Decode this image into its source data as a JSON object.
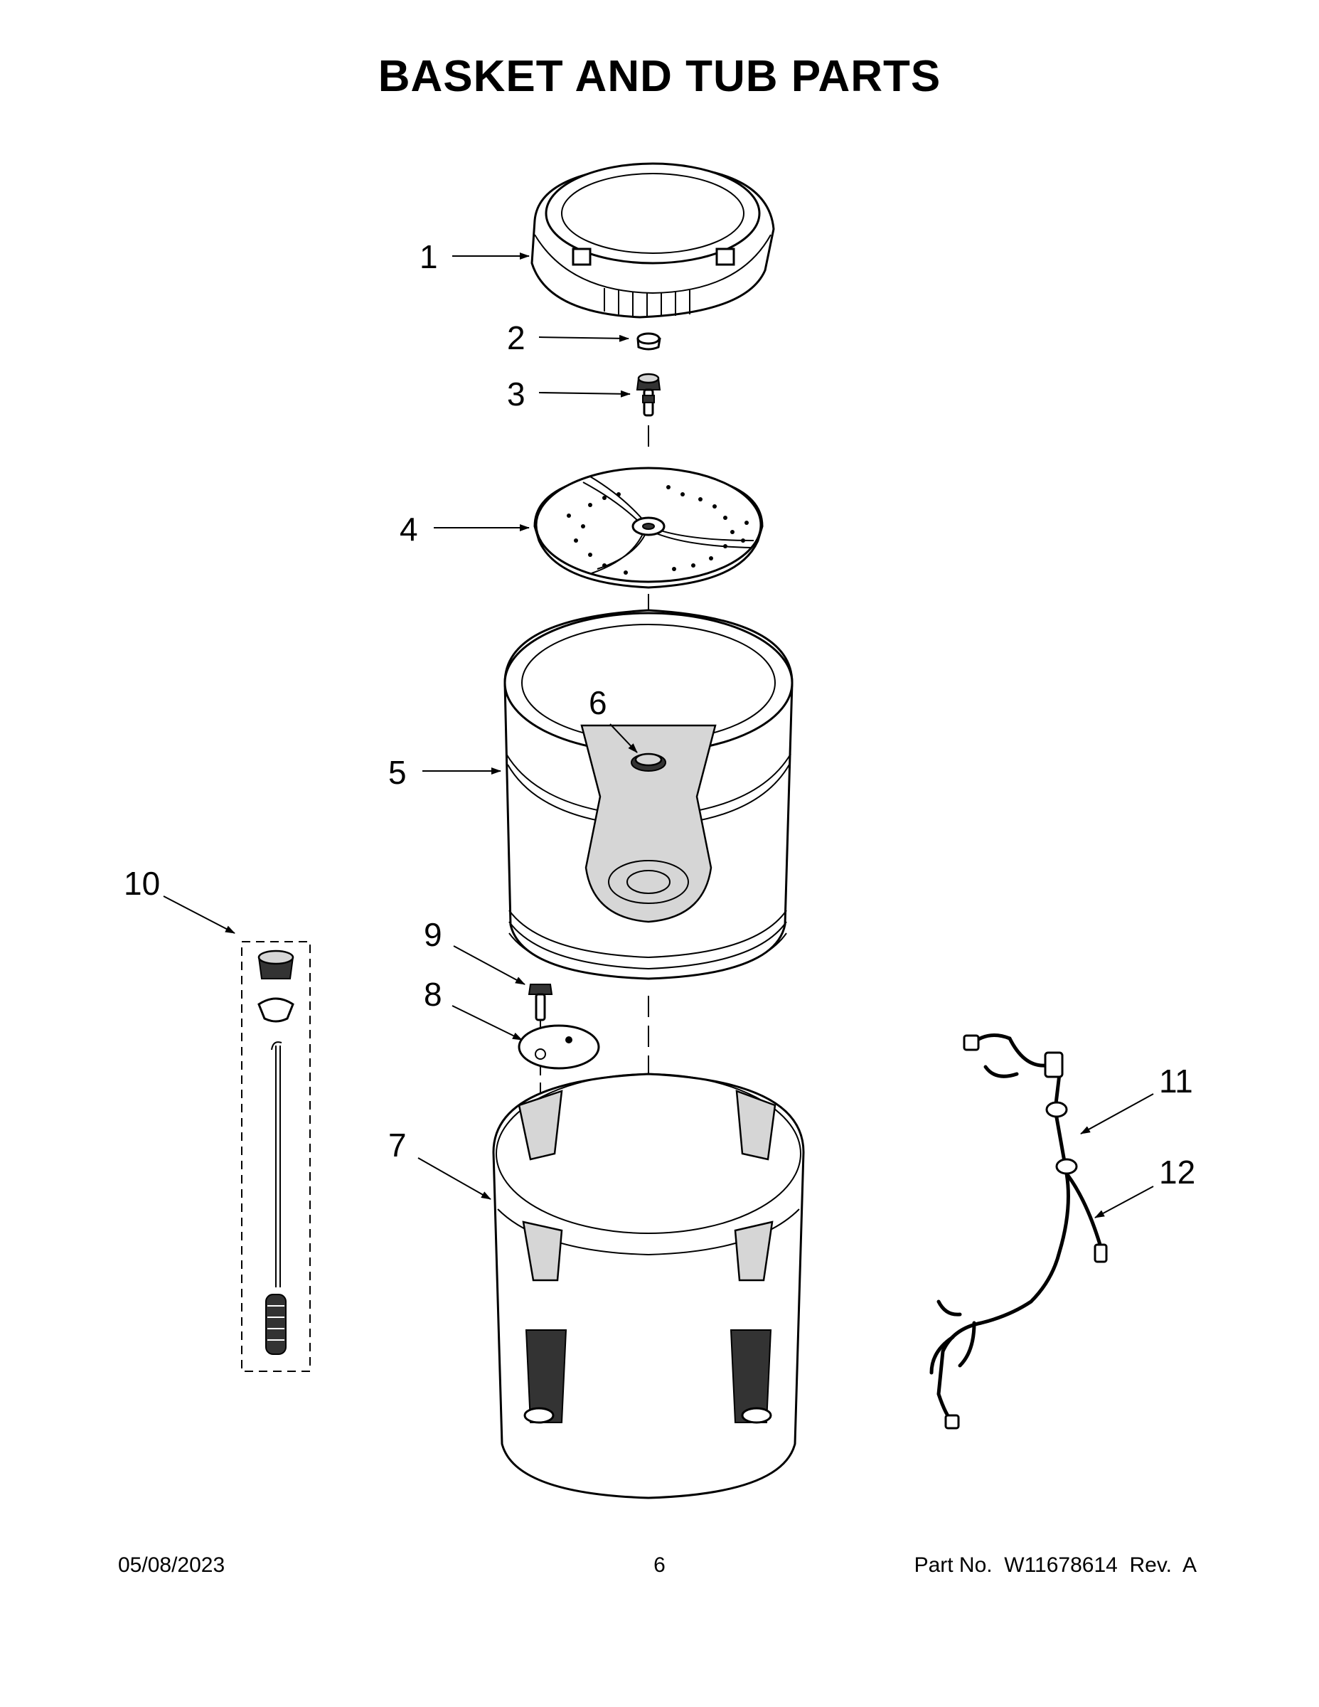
{
  "title": "BASKET AND TUB PARTS",
  "callouts": [
    "1",
    "2",
    "3",
    "4",
    "5",
    "6",
    "7",
    "8",
    "9",
    "10",
    "11",
    "12"
  ],
  "footer": {
    "date": "05/08/2023",
    "page": "6",
    "part_number": "Part No.  W11678614  Rev.  A"
  }
}
